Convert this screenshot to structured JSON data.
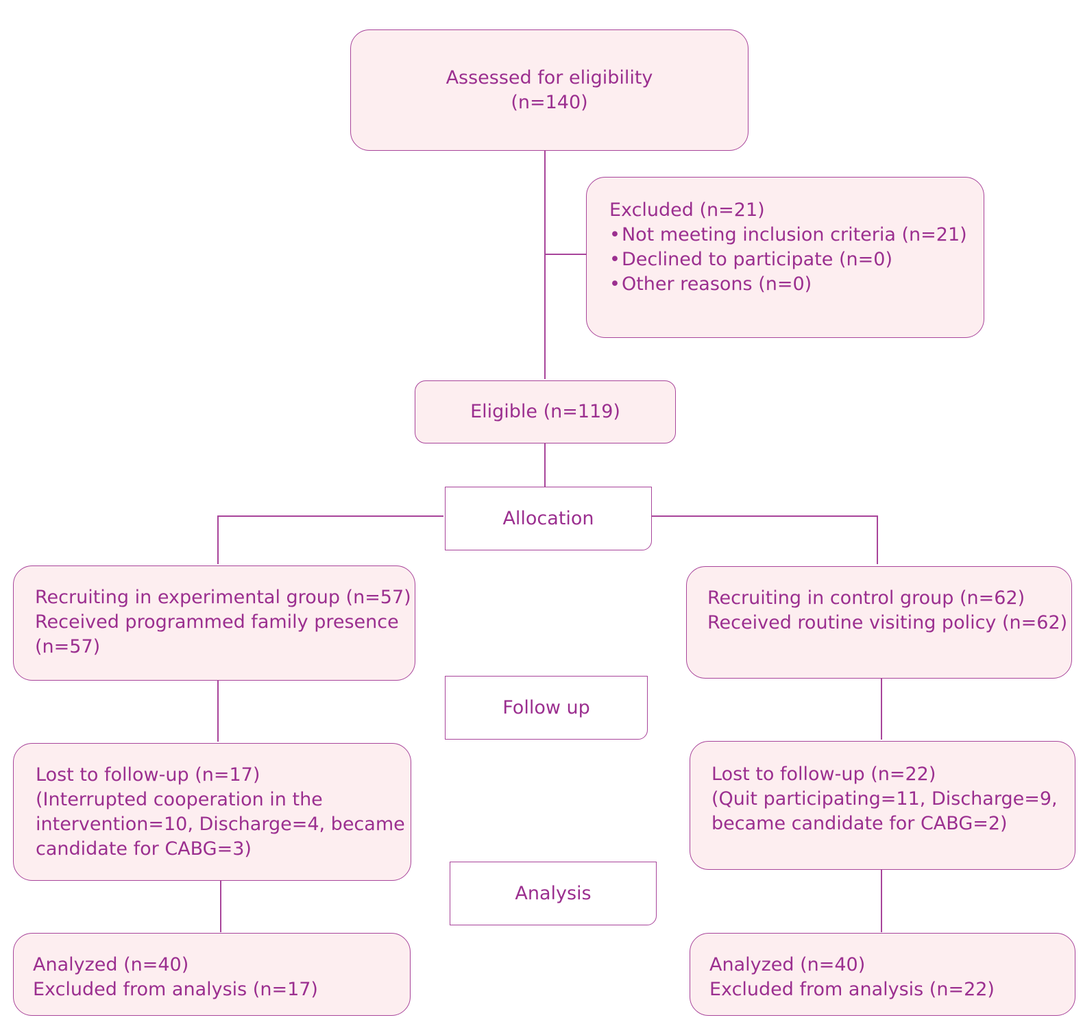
{
  "assessed": {
    "title": "Assessed for eligibility",
    "count": "(n=140)"
  },
  "excluded": {
    "title": "Excluded (n=21)",
    "items": [
      "Not meeting inclusion criteria (n=21)",
      "Declined to participate (n=0)",
      "Other reasons (n=0)"
    ]
  },
  "eligible": {
    "label": "Eligible (n=119)"
  },
  "stages": {
    "allocation": "Allocation",
    "follow_up": "Follow up",
    "analysis": "Analysis"
  },
  "experimental": {
    "recruiting": [
      "Recruiting in experimental group (n=57)",
      "Received programmed family presence",
      "(n=57)"
    ],
    "lost": [
      "Lost to follow-up (n=17)",
      "(Interrupted cooperation in the",
      "intervention=10, Discharge=4, became",
      "candidate for CABG=3)"
    ],
    "analyzed": [
      "Analyzed (n=40)",
      "Excluded from analysis (n=17)"
    ]
  },
  "control": {
    "recruiting": [
      "Recruiting in control group (n=62)",
      "Received routine visiting policy (n=62)"
    ],
    "lost": [
      "Lost to follow-up (n=22)",
      "(Quit participating=11, Discharge=9,",
      "became candidate for CABG=2)"
    ],
    "analyzed": [
      "Analyzed (n=40)",
      "Excluded from analysis (n=22)"
    ]
  },
  "colors": {
    "stroke": "#a8449a",
    "fill": "#fdeef0",
    "text": "#9b2f8f"
  }
}
